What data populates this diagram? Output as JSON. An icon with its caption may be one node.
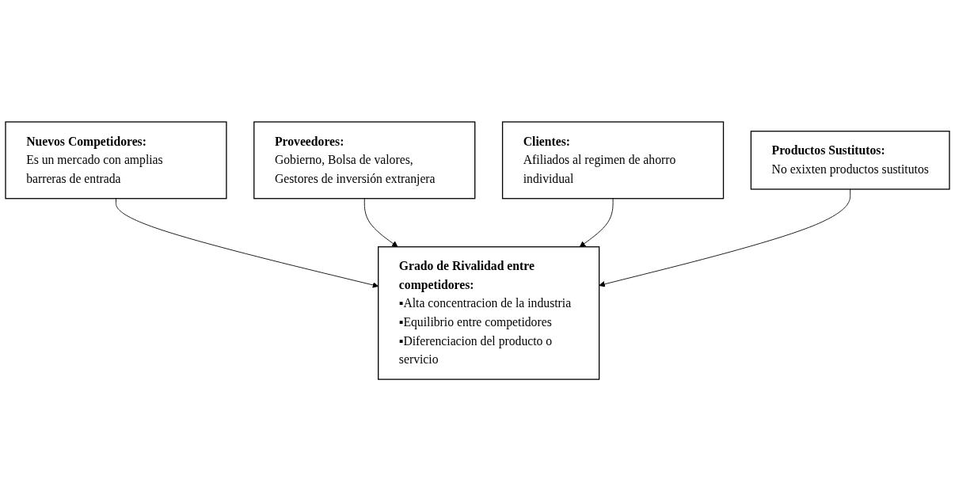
{
  "diagram": {
    "nodes": [
      {
        "text": [
          "Nuevos Competidores:",
          "Es un mercado con amplias barreras de entrada"
        ]
      },
      {
        "text": [
          "Proveedores:",
          "Gobierno, Bolsa de valores, Gestores de inversión extranjera"
        ]
      },
      {
        "text": [
          "Grado de Rivalidad entre competidores:",
          "▪Alta concentracion de la industria",
          "▪Equilibrio entre competidores",
          "▪Diferenciacion del producto o servicio"
        ]
      },
      {
        "text": [
          "Clientes:",
          "Afiliados al regimen de ahorro individual"
        ]
      },
      {
        "text": [
          "Productos Sustitutos:",
          "No exixten productos sustitutos"
        ]
      }
    ],
    "edges": [
      {
        "from": 0,
        "to": 2,
        "arrow": "to"
      },
      {
        "from": 1,
        "to": 2,
        "arrow": "to"
      },
      {
        "from": 3,
        "to": 2,
        "arrow": "to"
      },
      {
        "from": 4,
        "to": 2,
        "arrow": "to"
      }
    ]
  }
}
